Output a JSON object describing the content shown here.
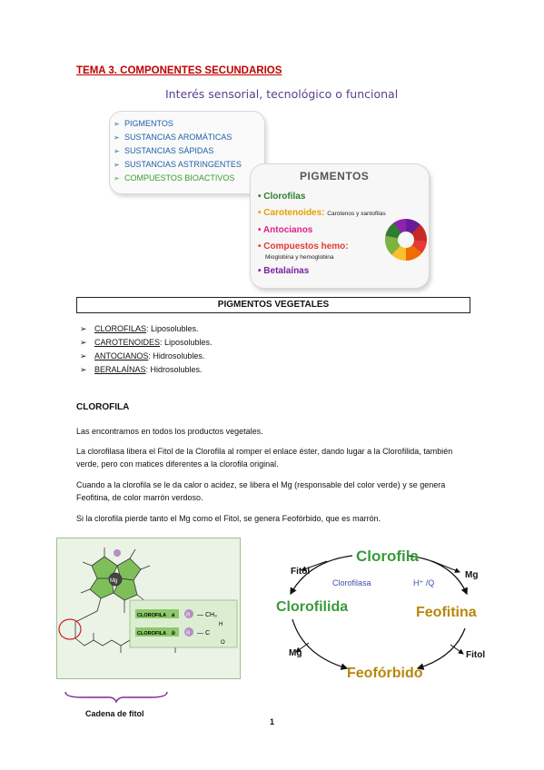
{
  "title": "TEMA 3. COMPONENTES SECUNDARIOS",
  "subtitle": "Interés sensorial, tecnológico o funcional",
  "overview_list": [
    "PIGMENTOS",
    "SUSTANCIAS AROMÁTICAS",
    "SUSTANCIAS SÁPIDAS",
    "SUSTANCIAS ASTRINGENTES",
    "COMPUESTOS BIOACTIVOS"
  ],
  "pigments_box": {
    "heading": "PIGMENTOS",
    "clorofilas": "Clorofilas",
    "carotenoides": "Carotenoides:",
    "carotenoides_sub": "Carotenos y xantofilas",
    "antocianos": "Antocianos",
    "hemo": "Compuestos hemo:",
    "hemo_sub": "Mioglobina y hemoglobina",
    "betalainas": "Betalaínas"
  },
  "section_header": "PIGMENTOS VEGETALES",
  "pigment_types": [
    {
      "name": "CLOROFILAS",
      "desc": ": Liposolubles."
    },
    {
      "name": "CAROTENOIDES",
      "desc": ": Liposolubles."
    },
    {
      "name": "ANTOCIANOS",
      "desc": ": Hidrosolubles."
    },
    {
      "name": "BERALAÍNAS",
      "desc": ": Hidrosolubles."
    }
  ],
  "clorofila_heading": "CLOROFILA",
  "paragraphs": [
    "Las encontramos en todos los productos vegetales.",
    "La clorofilasa libera el Fitol de la Clorofila al romper el enlace éster, dando lugar a la Clorofilida, también verde, pero con matices diferentes a la clorofila original.",
    "Cuando a la clorofila se le da calor o acidez, se libera el Mg (responsable del color verde) y se genera Feofitina, de color marrón verdoso.",
    "Si la clorofila pierde tanto el Mg como el Fitol, se genera Feofórbido, que es marrón."
  ],
  "structure_figure": {
    "label_a": "CLOROFILA",
    "letter_a": "a",
    "group_a": "— CH₃",
    "label_b": "CLOROFILA",
    "letter_b": "b",
    "group_b": "— C",
    "h_label": "H",
    "o_label": "O",
    "r_label": "R",
    "mg_label": "Mg",
    "caption": "Cadena de fitol"
  },
  "cycle": {
    "clorofila": "Clorofila",
    "clorofilida": "Clorofilida",
    "feofitina": "Feofitina",
    "feoforbido": "Feofórbido",
    "fitol_top": "Fitol",
    "mg_top": "Mg",
    "mg_bottom": "Mg",
    "fitol_bottom": "Fitol",
    "clorofilasa": "Clorofilasa",
    "hq": "H⁺ /Q"
  },
  "page_number": "1",
  "colors": {
    "title": "#c00000",
    "subtitle": "#5b3f8c",
    "list_blue": "#1f5fa8",
    "list_green": "#3c9a2e",
    "chlorophyll_green": "#3a9a3a",
    "pheophytin_brown": "#b8860b",
    "arrow_label_blue": "#3a4fa8"
  },
  "icons": [
    "arrow-bullet-icon",
    "pigment-color-wheel-icon",
    "circular-arrow-icon"
  ]
}
